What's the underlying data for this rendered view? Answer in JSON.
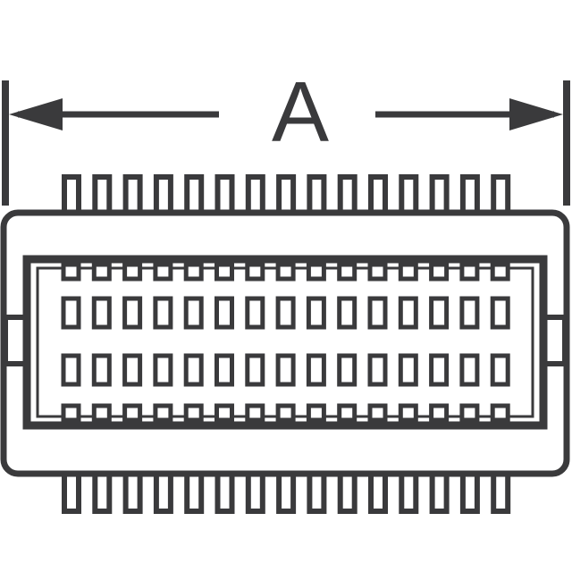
{
  "diagram": {
    "dimension_label": "A",
    "line_color": "#3a3a3c",
    "background_color": "#ffffff",
    "pins_per_row": 15,
    "contact_rows": 4
  }
}
